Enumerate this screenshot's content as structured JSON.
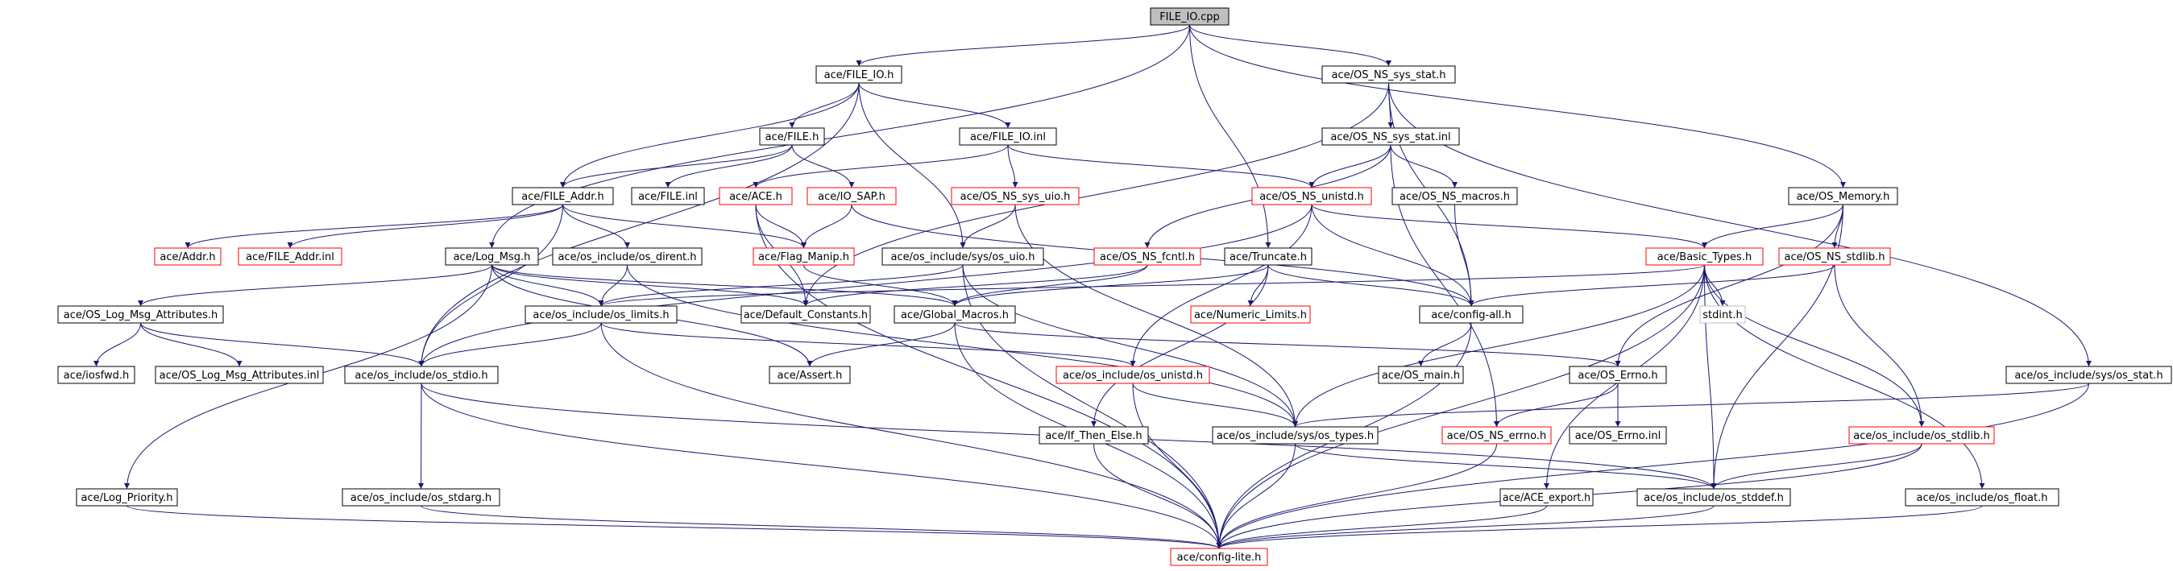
{
  "nodes": [
    {
      "id": "file_io_cpp",
      "label": "FILE_IO.cpp",
      "kind": "root"
    },
    {
      "id": "file_io_h",
      "label": "ace/FILE_IO.h",
      "kind": "normal"
    },
    {
      "id": "sys_stat_h",
      "label": "ace/OS_NS_sys_stat.h",
      "kind": "normal"
    },
    {
      "id": "file_h",
      "label": "ace/FILE.h",
      "kind": "normal"
    },
    {
      "id": "file_io_inl",
      "label": "ace/FILE_IO.inl",
      "kind": "normal"
    },
    {
      "id": "sys_stat_inl",
      "label": "ace/OS_NS_sys_stat.inl",
      "kind": "normal"
    },
    {
      "id": "file_addr_h",
      "label": "ace/FILE_Addr.h",
      "kind": "normal"
    },
    {
      "id": "file_inl",
      "label": "ace/FILE.inl",
      "kind": "normal"
    },
    {
      "id": "ace_h",
      "label": "ace/ACE.h",
      "kind": "red"
    },
    {
      "id": "io_sap_h",
      "label": "ace/IO_SAP.h",
      "kind": "red"
    },
    {
      "id": "sys_uio_h",
      "label": "ace/OS_NS_sys_uio.h",
      "kind": "red"
    },
    {
      "id": "unistd_h",
      "label": "ace/OS_NS_unistd.h",
      "kind": "red"
    },
    {
      "id": "macros_h",
      "label": "ace/OS_NS_macros.h",
      "kind": "normal"
    },
    {
      "id": "os_memory_h",
      "label": "ace/OS_Memory.h",
      "kind": "normal"
    },
    {
      "id": "addr_h",
      "label": "ace/Addr.h",
      "kind": "red"
    },
    {
      "id": "file_addr_inl",
      "label": "ace/FILE_Addr.inl",
      "kind": "red"
    },
    {
      "id": "log_msg_h",
      "label": "ace/Log_Msg.h",
      "kind": "normal"
    },
    {
      "id": "dirent_h",
      "label": "ace/os_include/os_dirent.h",
      "kind": "normal"
    },
    {
      "id": "flag_manip_h",
      "label": "ace/Flag_Manip.h",
      "kind": "red"
    },
    {
      "id": "os_uio_h",
      "label": "ace/os_include/sys/os_uio.h",
      "kind": "normal"
    },
    {
      "id": "fcntl_h",
      "label": "ace/OS_NS_fcntl.h",
      "kind": "red"
    },
    {
      "id": "truncate_h",
      "label": "ace/Truncate.h",
      "kind": "normal"
    },
    {
      "id": "basic_types_h",
      "label": "ace/Basic_Types.h",
      "kind": "red"
    },
    {
      "id": "ns_stdlib_h",
      "label": "ace/OS_NS_stdlib.h",
      "kind": "red"
    },
    {
      "id": "log_msg_attr_h",
      "label": "ace/OS_Log_Msg_Attributes.h",
      "kind": "normal"
    },
    {
      "id": "limits_h",
      "label": "ace/os_include/os_limits.h",
      "kind": "normal"
    },
    {
      "id": "default_constants_h",
      "label": "ace/Default_Constants.h",
      "kind": "normal"
    },
    {
      "id": "global_macros_h",
      "label": "ace/Global_Macros.h",
      "kind": "normal"
    },
    {
      "id": "numeric_limits_h",
      "label": "ace/Numeric_Limits.h",
      "kind": "red"
    },
    {
      "id": "config_all_h",
      "label": "ace/config-all.h",
      "kind": "normal"
    },
    {
      "id": "stdint_h",
      "label": "stdint.h",
      "kind": "grey"
    },
    {
      "id": "iosfwd_h",
      "label": "ace/iosfwd.h",
      "kind": "normal"
    },
    {
      "id": "log_msg_attr_inl",
      "label": "ace/OS_Log_Msg_Attributes.inl",
      "kind": "normal"
    },
    {
      "id": "os_stdio_h",
      "label": "ace/os_include/os_stdio.h",
      "kind": "normal"
    },
    {
      "id": "assert_h",
      "label": "ace/Assert.h",
      "kind": "normal"
    },
    {
      "id": "os_unistd_h",
      "label": "ace/os_include/os_unistd.h",
      "kind": "red"
    },
    {
      "id": "os_main_h",
      "label": "ace/OS_main.h",
      "kind": "normal"
    },
    {
      "id": "os_errno_h",
      "label": "ace/OS_Errno.h",
      "kind": "normal"
    },
    {
      "id": "sys_os_stat_h",
      "label": "ace/os_include/sys/os_stat.h",
      "kind": "normal"
    },
    {
      "id": "if_then_else_h",
      "label": "ace/If_Then_Else.h",
      "kind": "normal"
    },
    {
      "id": "os_types_h",
      "label": "ace/os_include/sys/os_types.h",
      "kind": "normal"
    },
    {
      "id": "ns_errno_h",
      "label": "ace/OS_NS_errno.h",
      "kind": "red"
    },
    {
      "id": "os_errno_inl",
      "label": "ace/OS_Errno.inl",
      "kind": "normal"
    },
    {
      "id": "os_stdlib_h",
      "label": "ace/os_include/os_stdlib.h",
      "kind": "red"
    },
    {
      "id": "log_priority_h",
      "label": "ace/Log_Priority.h",
      "kind": "normal"
    },
    {
      "id": "os_stdarg_h",
      "label": "ace/os_include/os_stdarg.h",
      "kind": "normal"
    },
    {
      "id": "ace_export_h",
      "label": "ace/ACE_export.h",
      "kind": "normal"
    },
    {
      "id": "os_stddef_h",
      "label": "ace/os_include/os_stddef.h",
      "kind": "normal"
    },
    {
      "id": "os_float_h",
      "label": "ace/os_include/os_float.h",
      "kind": "normal"
    },
    {
      "id": "config_lite_h",
      "label": "ace/config-lite.h",
      "kind": "red"
    }
  ],
  "edges": [
    [
      "file_io_cpp",
      "file_io_h"
    ],
    [
      "file_io_cpp",
      "sys_stat_h"
    ],
    [
      "file_io_cpp",
      "log_msg_h"
    ],
    [
      "file_io_cpp",
      "truncate_h"
    ],
    [
      "file_io_cpp",
      "os_memory_h"
    ],
    [
      "file_io_h",
      "file_h"
    ],
    [
      "file_io_h",
      "file_io_inl"
    ],
    [
      "file_io_h",
      "file_addr_h"
    ],
    [
      "file_io_h",
      "os_uio_h"
    ],
    [
      "file_io_h",
      "os_stdio_h"
    ],
    [
      "sys_stat_h",
      "sys_stat_inl"
    ],
    [
      "sys_stat_h",
      "sys_os_stat_h"
    ],
    [
      "sys_stat_h",
      "config_all_h"
    ],
    [
      "sys_stat_h",
      "default_constants_h"
    ],
    [
      "file_h",
      "file_addr_h"
    ],
    [
      "file_h",
      "file_inl"
    ],
    [
      "file_h",
      "io_sap_h"
    ],
    [
      "file_io_inl",
      "ace_h"
    ],
    [
      "file_io_inl",
      "sys_uio_h"
    ],
    [
      "file_io_inl",
      "unistd_h"
    ],
    [
      "sys_stat_inl",
      "unistd_h"
    ],
    [
      "sys_stat_inl",
      "fcntl_h"
    ],
    [
      "sys_stat_inl",
      "macros_h"
    ],
    [
      "sys_stat_inl",
      "ns_errno_h"
    ],
    [
      "file_addr_h",
      "addr_h"
    ],
    [
      "file_addr_h",
      "file_addr_inl"
    ],
    [
      "file_addr_h",
      "flag_manip_h"
    ],
    [
      "file_addr_h",
      "dirent_h"
    ],
    [
      "file_addr_h",
      "os_stdio_h"
    ],
    [
      "ace_h",
      "flag_manip_h"
    ],
    [
      "ace_h",
      "default_constants_h"
    ],
    [
      "ace_h",
      "config_lite_h"
    ],
    [
      "io_sap_h",
      "flag_manip_h"
    ],
    [
      "io_sap_h",
      "config_all_h"
    ],
    [
      "sys_uio_h",
      "os_uio_h"
    ],
    [
      "sys_uio_h",
      "os_types_h"
    ],
    [
      "unistd_h",
      "basic_types_h"
    ],
    [
      "unistd_h",
      "config_all_h"
    ],
    [
      "unistd_h",
      "os_unistd_h"
    ],
    [
      "unistd_h",
      "os_stdio_h"
    ],
    [
      "macros_h",
      "config_all_h"
    ],
    [
      "os_memory_h",
      "basic_types_h"
    ],
    [
      "os_memory_h",
      "ns_stdlib_h"
    ],
    [
      "os_memory_h",
      "os_errno_h"
    ],
    [
      "os_memory_h",
      "os_stddef_h"
    ],
    [
      "log_msg_h",
      "log_msg_attr_h"
    ],
    [
      "log_msg_h",
      "limits_h"
    ],
    [
      "log_msg_h",
      "default_constants_h"
    ],
    [
      "log_msg_h",
      "global_macros_h"
    ],
    [
      "log_msg_h",
      "assert_h"
    ],
    [
      "log_msg_h",
      "log_priority_h"
    ],
    [
      "dirent_h",
      "limits_h"
    ],
    [
      "dirent_h",
      "os_types_h"
    ],
    [
      "flag_manip_h",
      "global_macros_h"
    ],
    [
      "os_uio_h",
      "limits_h"
    ],
    [
      "os_uio_h",
      "os_types_h"
    ],
    [
      "os_uio_h",
      "config_lite_h"
    ],
    [
      "fcntl_h",
      "global_macros_h"
    ],
    [
      "fcntl_h",
      "default_constants_h"
    ],
    [
      "truncate_h",
      "config_all_h"
    ],
    [
      "truncate_h",
      "numeric_limits_h"
    ],
    [
      "truncate_h",
      "if_then_else_h"
    ],
    [
      "truncate_h",
      "global_macros_h"
    ],
    [
      "basic_types_h",
      "config_lite_h"
    ],
    [
      "basic_types_h",
      "stdint_h"
    ],
    [
      "basic_types_h",
      "os_types_h"
    ],
    [
      "basic_types_h",
      "os_stdlib_h"
    ],
    [
      "basic_types_h",
      "os_float_h"
    ],
    [
      "basic_types_h",
      "os_stddef_h"
    ],
    [
      "basic_types_h",
      "limits_h"
    ],
    [
      "basic_types_h",
      "ace_export_h"
    ],
    [
      "ns_stdlib_h",
      "os_stdlib_h"
    ],
    [
      "ns_stdlib_h",
      "config_all_h"
    ],
    [
      "log_msg_attr_h",
      "iosfwd_h"
    ],
    [
      "log_msg_attr_h",
      "log_msg_attr_inl"
    ],
    [
      "log_msg_attr_h",
      "os_stdio_h"
    ],
    [
      "limits_h",
      "os_stdio_h"
    ],
    [
      "limits_h",
      "os_unistd_h"
    ],
    [
      "limits_h",
      "config_lite_h"
    ],
    [
      "global_macros_h",
      "assert_h"
    ],
    [
      "global_macros_h",
      "os_errno_h"
    ],
    [
      "global_macros_h",
      "config_lite_h"
    ],
    [
      "config_all_h",
      "os_main_h"
    ],
    [
      "config_all_h",
      "config_lite_h"
    ],
    [
      "os_stdio_h",
      "os_stdarg_h"
    ],
    [
      "os_stdio_h",
      "os_stddef_h"
    ],
    [
      "os_stdio_h",
      "config_lite_h"
    ],
    [
      "os_unistd_h",
      "os_types_h"
    ],
    [
      "os_unistd_h",
      "config_lite_h"
    ],
    [
      "os_errno_h",
      "ns_errno_h"
    ],
    [
      "os_errno_h",
      "os_errno_inl"
    ],
    [
      "sys_os_stat_h",
      "os_types_h"
    ],
    [
      "sys_os_stat_h",
      "config_lite_h"
    ],
    [
      "if_then_else_h",
      "config_lite_h"
    ],
    [
      "os_types_h",
      "os_stddef_h"
    ],
    [
      "os_types_h",
      "config_lite_h"
    ],
    [
      "ns_errno_h",
      "config_lite_h"
    ],
    [
      "os_stdlib_h",
      "os_stddef_h"
    ],
    [
      "os_stdlib_h",
      "config_lite_h"
    ],
    [
      "log_priority_h",
      "config_lite_h"
    ],
    [
      "os_stdarg_h",
      "config_lite_h"
    ],
    [
      "ace_export_h",
      "config_lite_h"
    ],
    [
      "os_stddef_h",
      "config_lite_h"
    ],
    [
      "os_float_h",
      "config_lite_h"
    ]
  ]
}
